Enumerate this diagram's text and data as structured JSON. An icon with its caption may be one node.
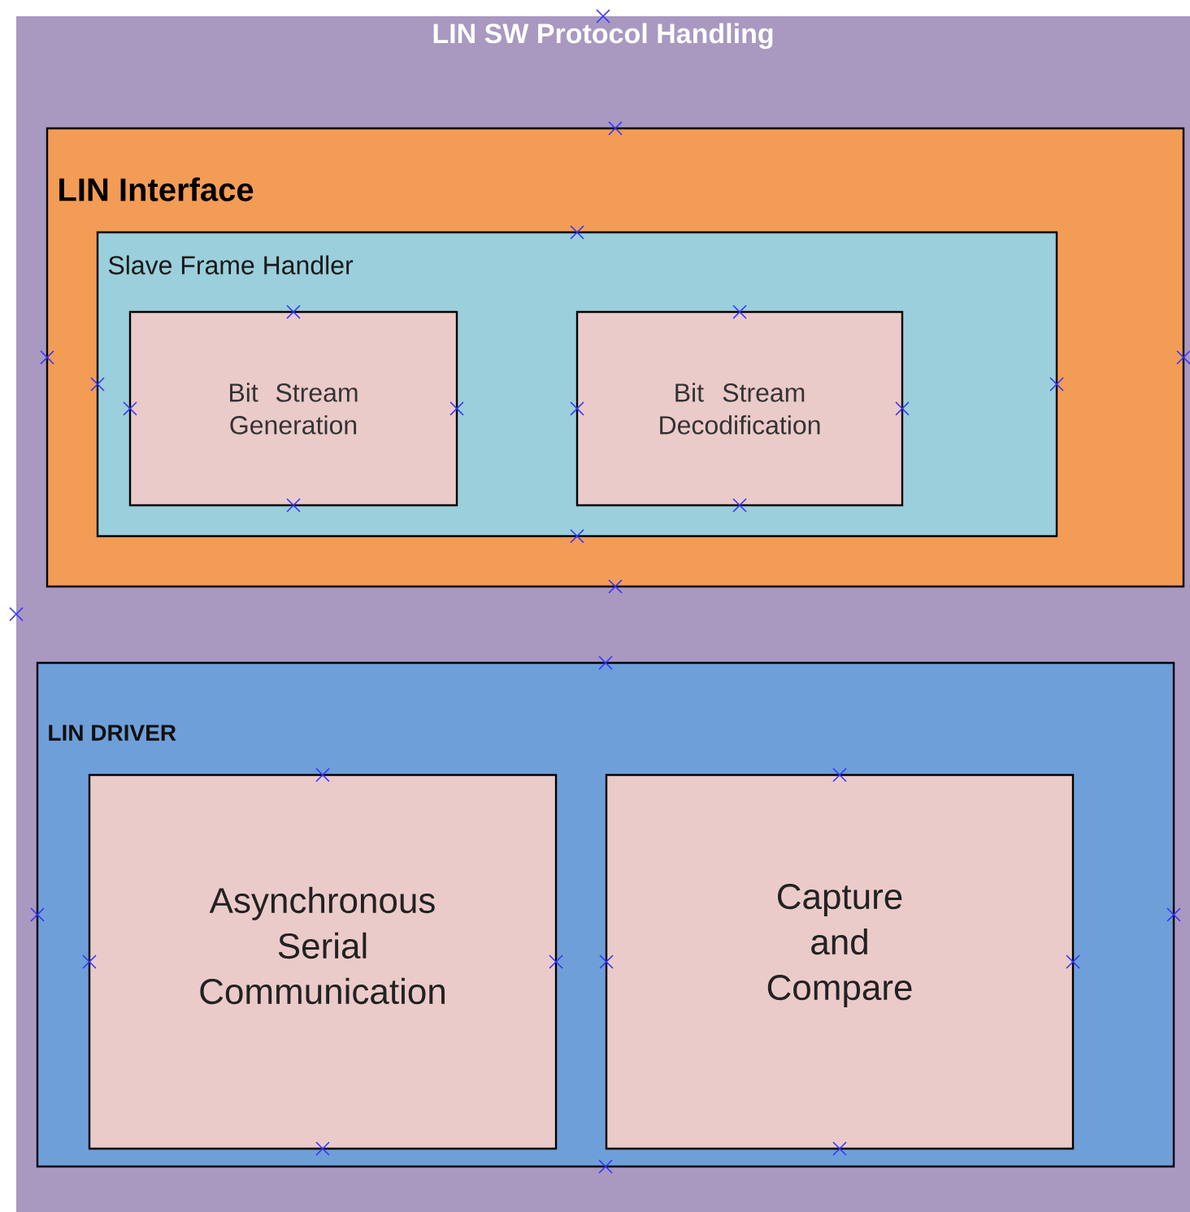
{
  "diagram": {
    "nodes": [
      {
        "text": [
          "LIN SW Protocol Handling"
        ]
      },
      {
        "text": [
          "LIN Interface"
        ],
        "in": 0
      },
      {
        "text": [
          "Slave Frame Handler"
        ],
        "in": 1
      },
      {
        "text": [
          "Bit Stream Generation"
        ],
        "in": 2
      },
      {
        "text": [
          "Bit Stream Decodification"
        ],
        "in": 2
      },
      {
        "text": [
          "LIN DRIVER"
        ],
        "in": 0
      },
      {
        "text": [
          "Asynchronous Serial Communication"
        ],
        "in": 5
      },
      {
        "text": [
          "Capture and Compare"
        ],
        "in": 5
      }
    ]
  }
}
